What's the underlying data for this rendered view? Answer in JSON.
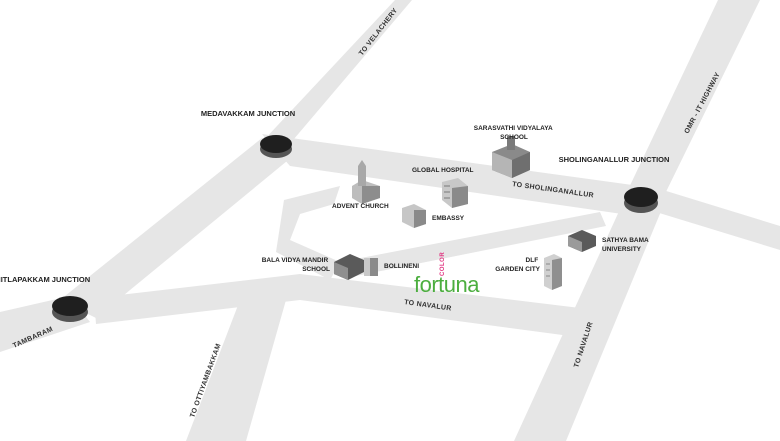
{
  "junctions": {
    "medavakkam": "MEDAVAKKAM JUNCTION",
    "chitlapakkam": "CHITLAPAKKAM JUNCTION",
    "sholinganallur": "SHOLINGANALLUR JUNCTION"
  },
  "roads": {
    "to_velachery": "TO VELACHERY",
    "omr": "OMR - IT HIGHWAY",
    "to_sholinganallur": "TO SHOLINGANALLUR",
    "tambaram": "TAMBARAM",
    "to_ottiyambakkam": "TO OTTIYAMBAKKAM",
    "to_navalur_mid": "TO NAVALUR",
    "to_navalur_right": "TO NAVALUR"
  },
  "landmarks": {
    "sarasvathi_1": "SARASVATHI VIDYALAYA",
    "sarasvathi_2": "SCHOOL",
    "global_hospital": "GLOBAL HOSPITAL",
    "advent_church": "ADVENT CHURCH",
    "embassy": "EMBASSY",
    "bala_1": "BALA VIDYA MANDIR",
    "bala_2": "SCHOOL",
    "bollineni": "BOLLINENI",
    "dlf_1": "DLF",
    "dlf_2": "GARDEN CITY",
    "sathya_1": "SATHYA BAMA",
    "sathya_2": "UNIVERSITY"
  },
  "project": {
    "name": "fortuna",
    "tag": "COLOR"
  },
  "colors": {
    "road": "#e6e6e6",
    "junction": "#1f1f1f",
    "brand_green": "#4cae3f",
    "brand_pink": "#e0317e"
  }
}
